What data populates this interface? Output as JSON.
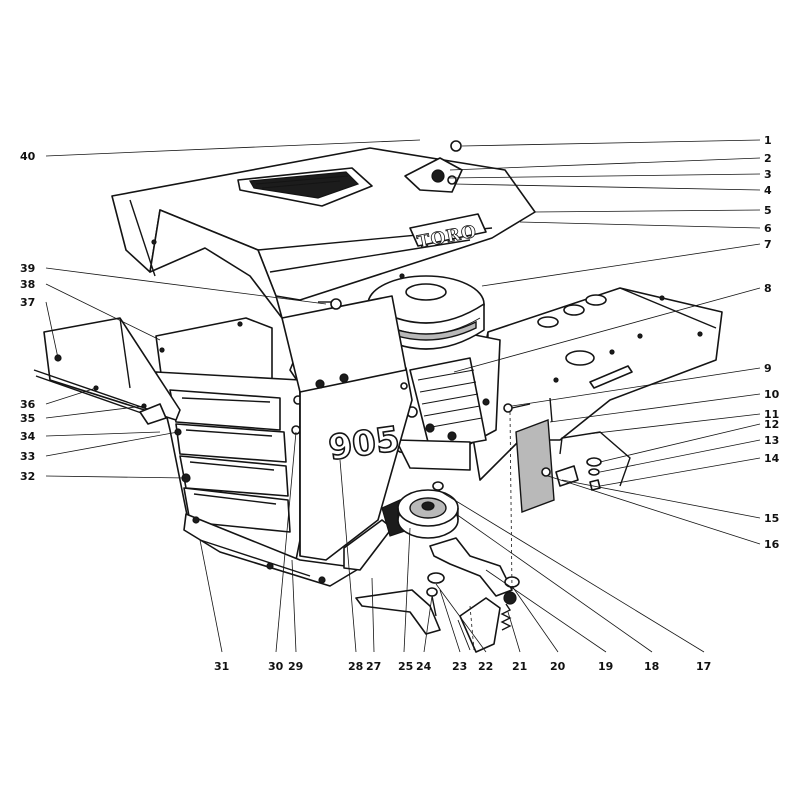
{
  "diagram": {
    "brand_text": "TORO",
    "model_text": "905",
    "callouts_right": [
      "1",
      "2",
      "3",
      "4",
      "5",
      "6",
      "7",
      "8",
      "9",
      "10",
      "11",
      "12",
      "13",
      "14",
      "15",
      "16"
    ],
    "callouts_bottom": [
      "31",
      "30",
      "29",
      "28",
      "27",
      "25",
      "24",
      "23",
      "22",
      "21",
      "20",
      "19",
      "18",
      "17"
    ],
    "callouts_left": [
      "40",
      "39",
      "38",
      "37",
      "36",
      "35",
      "34",
      "33",
      "32"
    ]
  }
}
